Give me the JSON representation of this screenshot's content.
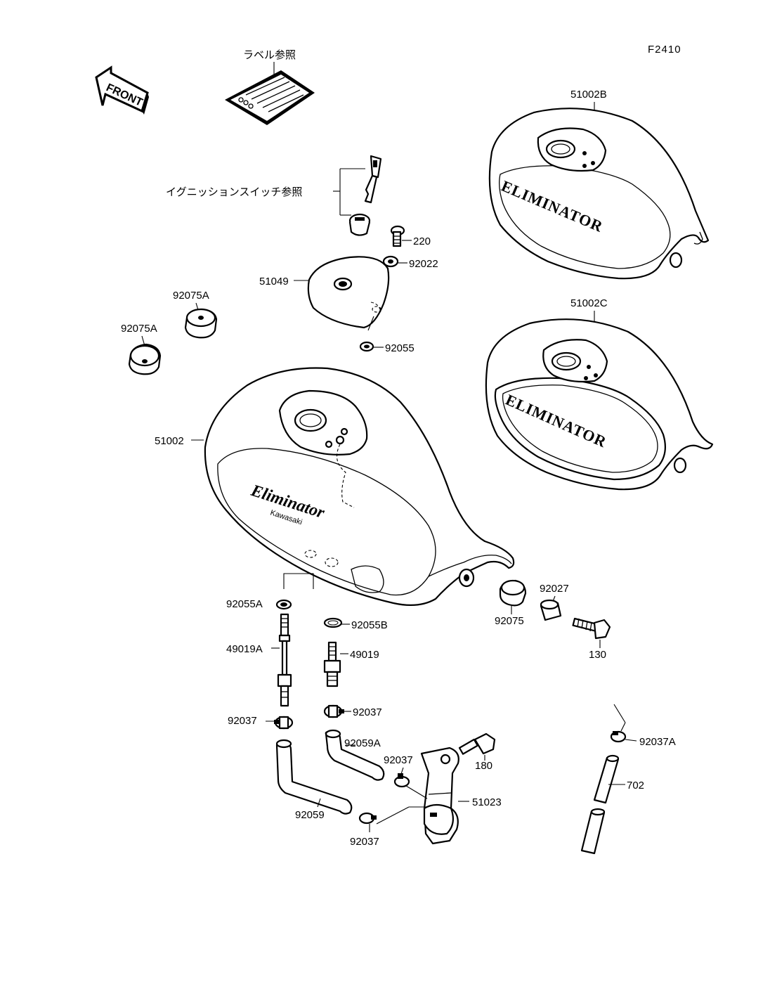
{
  "figure_code": "F2410",
  "references": {
    "label": "ラベル参照",
    "ignition": "イグニッションスイッチ参照"
  },
  "front_arrow": "FRONT",
  "tank_logos": {
    "main_script": "Eliminator",
    "main_maker": "Kawasaki",
    "variant_b": "ELIMINATOR",
    "variant_c": "ELIMINATOR"
  },
  "parts": {
    "p51002B": "51002B",
    "p51002C": "51002C",
    "p51002": "51002",
    "p51049": "51049",
    "p220": "220",
    "p92022": "92022",
    "p92055": "92055",
    "p92075A_top": "92075A",
    "p92075A_left": "92075A",
    "p92055A": "92055A",
    "p92055B": "92055B",
    "p49019A": "49019A",
    "p49019": "49019",
    "p92075": "92075",
    "p92027": "92027",
    "p130": "130",
    "p92037_a": "92037",
    "p92037_b": "92037",
    "p92037_c": "92037",
    "p92037_d": "92037",
    "p92059A": "92059A",
    "p92059": "92059",
    "p180": "180",
    "p51023": "51023",
    "p92037A": "92037A",
    "p702": "702"
  }
}
